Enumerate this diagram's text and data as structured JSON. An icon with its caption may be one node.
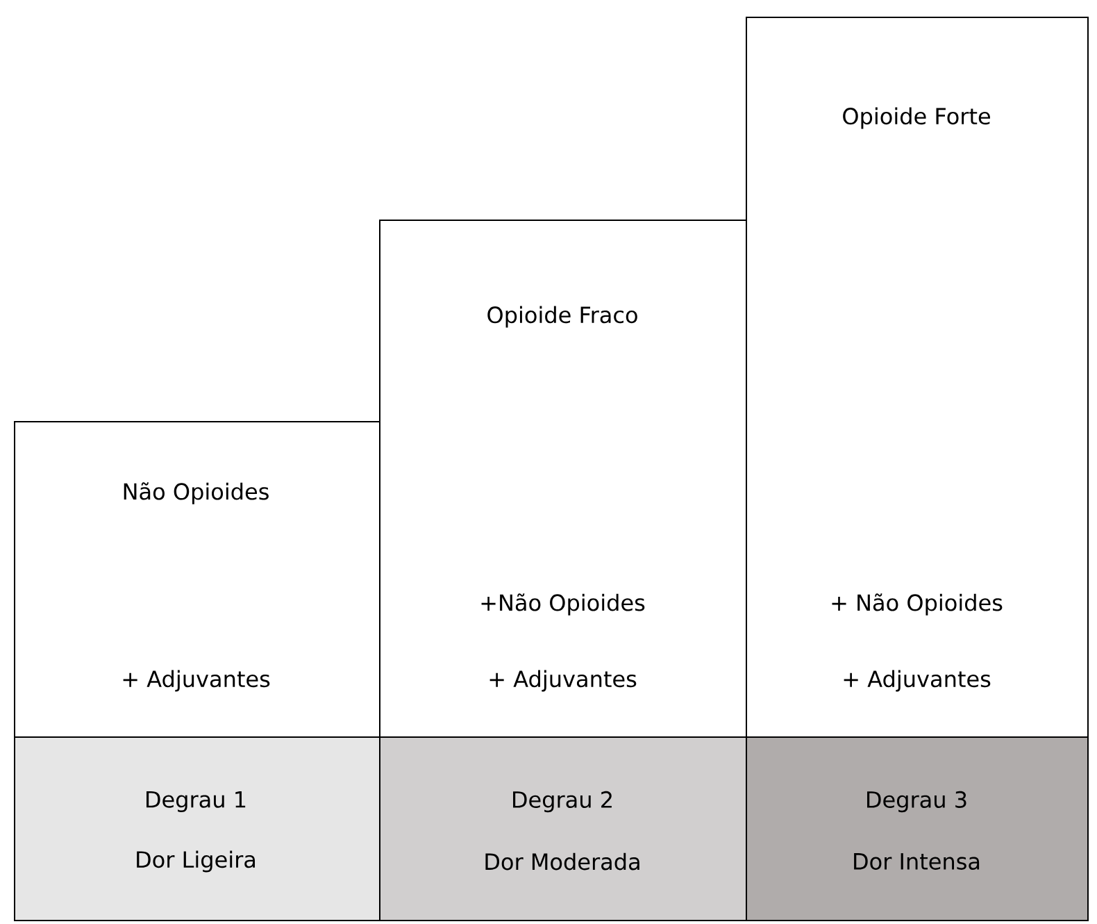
{
  "diagram": {
    "nodes": [
      {
        "text": [
          "Não Opioides",
          "+ Adjuvantes"
        ]
      },
      {
        "text": [
          "Opioide Fraco",
          "+Não Opioides",
          "+ Adjuvantes"
        ]
      },
      {
        "text": [
          "Opioide Forte",
          "+ Não Opioides",
          "+ Adjuvantes"
        ]
      },
      {
        "text": [
          "Degrau 1",
          "Dor Ligeira"
        ]
      },
      {
        "text": [
          "Degrau 2",
          "Dor Moderada"
        ]
      },
      {
        "text": [
          "Degrau 3",
          "Dor Intensa"
        ]
      }
    ]
  }
}
